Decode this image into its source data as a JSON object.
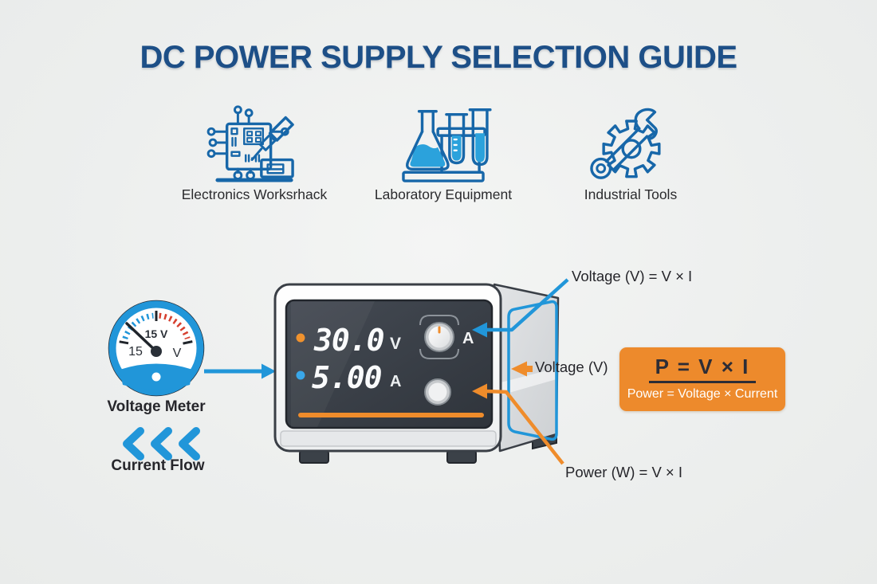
{
  "title": "DC POWER SUPPLY SELECTION GUIDE",
  "categories": [
    {
      "label": "Electronics Worksrhack",
      "icon": "circuit-soldering-icon"
    },
    {
      "label": "Laboratory Equipment",
      "icon": "lab-flask-icon"
    },
    {
      "label": "Industrial Tools",
      "icon": "wrench-gear-icon"
    }
  ],
  "meter": {
    "label": "Voltage Meter",
    "dial_reading": "15 V",
    "dial_left_scale": "15",
    "dial_unit": "V",
    "icon": "voltage-gauge-icon"
  },
  "current_flow": {
    "label": "Current Flow",
    "icon": "triple-chevron-left-icon"
  },
  "device": {
    "voltage_value": "30.0",
    "voltage_unit": "V",
    "current_value": "5.00",
    "current_unit": "A",
    "current_knob_label": "A"
  },
  "annotations": {
    "voltage_top": "Voltage (V) = V × I",
    "voltage_side": "Voltage (V)",
    "power_bottom": "Power (W) = V × I"
  },
  "formula_box": {
    "formula": "P = V × I",
    "caption": "Power = Voltage × Current"
  },
  "colors": {
    "accent_blue": "#2196d9",
    "icon_blue": "#1767a9",
    "title_blue": "#1d4f87",
    "accent_orange": "#ee8a2b",
    "tick_red": "#d6402f",
    "text_dark": "#26262b",
    "display_bg": "#383e46"
  }
}
